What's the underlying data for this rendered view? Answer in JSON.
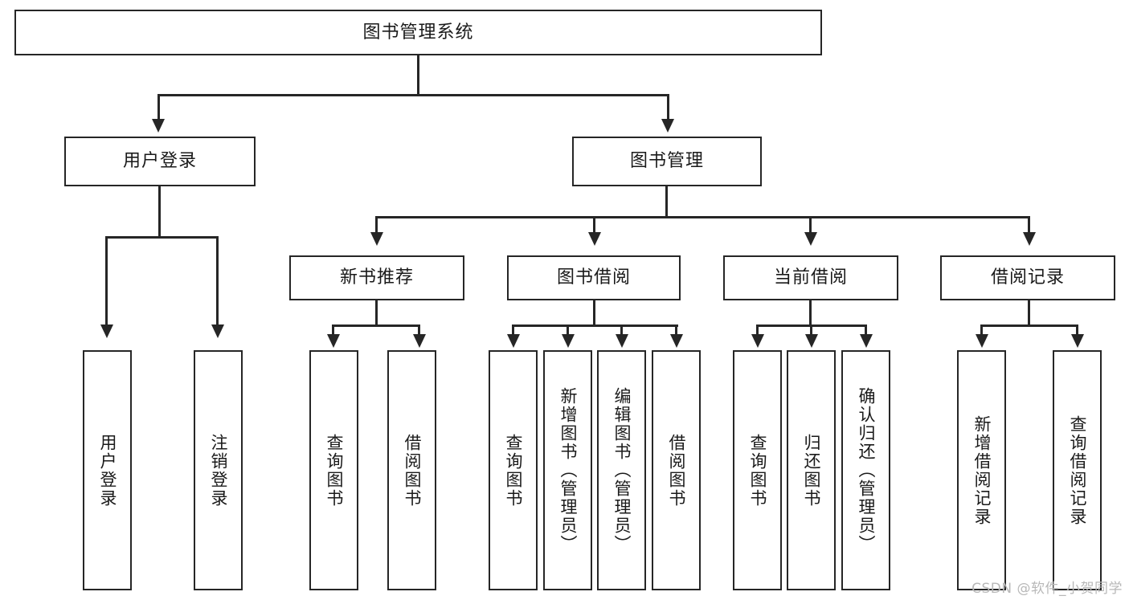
{
  "diagram": {
    "type": "tree",
    "title": "图书管理系统",
    "root": {
      "label": "图书管理系统"
    },
    "level2": [
      {
        "label": "用户登录"
      },
      {
        "label": "图书管理"
      }
    ],
    "level3": [
      {
        "label": "新书推荐"
      },
      {
        "label": "图书借阅"
      },
      {
        "label": "当前借阅"
      },
      {
        "label": "借阅记录"
      }
    ],
    "leaves": {
      "user_login": [
        {
          "label": "用户登录"
        },
        {
          "label": "注销登录"
        }
      ],
      "new_book_recommend": [
        {
          "label": "查询图书"
        },
        {
          "label": "借阅图书"
        }
      ],
      "book_borrow": [
        {
          "label": "查询图书"
        },
        {
          "label": "新增图书（管理员）"
        },
        {
          "label": "编辑图书（管理员）"
        },
        {
          "label": "借阅图书"
        }
      ],
      "current_borrow": [
        {
          "label": "查询图书"
        },
        {
          "label": "归还图书"
        },
        {
          "label": "确认归还（管理员）"
        }
      ],
      "borrow_record": [
        {
          "label": "新增借阅记录"
        },
        {
          "label": "查询借阅记录"
        }
      ]
    }
  },
  "watermark": {
    "text": "CSDN @软件_小贺同学"
  },
  "colors": {
    "stroke": "#262626",
    "fill": "#ffffff",
    "text": "#1a1a1a",
    "watermark": "#b8b8b8"
  }
}
